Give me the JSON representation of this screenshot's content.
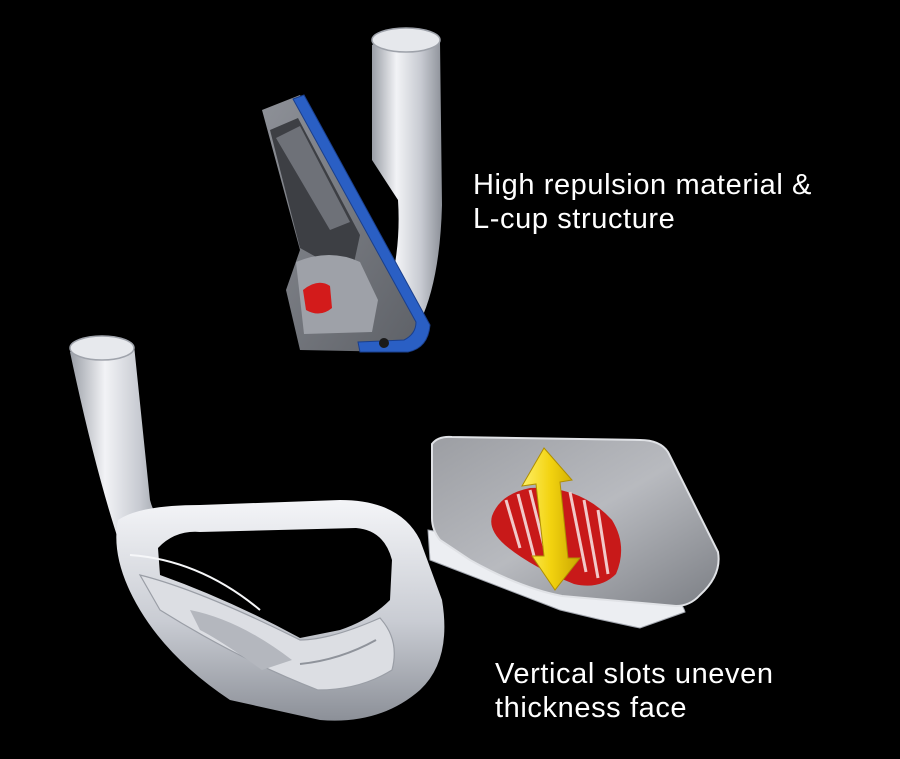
{
  "background_color": "#000000",
  "colors": {
    "steel": "#c9ccd3",
    "cut_blue": "#2a5fc4",
    "insert_red": "#d31b1b",
    "arrow_yellow": "#f2d20f",
    "text": "#ffffff"
  },
  "callouts": {
    "top": {
      "line1": "High repulsion material &",
      "line2": "L-cup structure"
    },
    "bottom": {
      "line1": "Vertical slots uneven",
      "line2": "thickness face"
    }
  },
  "illustrations": {
    "cutaway": {
      "icon": "club-head-cross-section-icon"
    },
    "club_head": {
      "icon": "iron-club-head-icon"
    },
    "face": {
      "icon": "face-insert-with-slots-icon"
    },
    "arrow": {
      "icon": "double-headed-arrow-icon"
    }
  }
}
